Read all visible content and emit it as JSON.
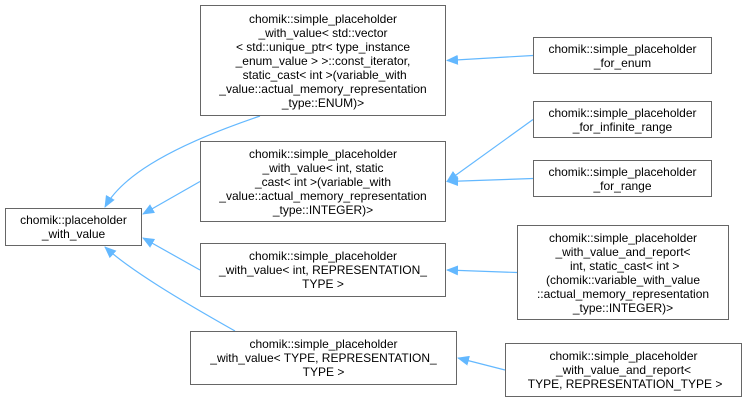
{
  "diagram": {
    "type": "class-inheritance-graph",
    "edge_color": "#63b8ff",
    "node_border_color": "#666666",
    "nodes": {
      "base": {
        "lines": [
          "chomik::placeholder",
          "_with_value"
        ]
      },
      "vector": {
        "lines": [
          "chomik::simple_placeholder",
          "_with_value< std::vector",
          "< std::unique_ptr< type_instance",
          "_enum_value > >::const_iterator,",
          " static_cast< int >(variable_with",
          "_value::actual_memory_representation",
          "_type::ENUM)>"
        ]
      },
      "int_static": {
        "lines": [
          "chomik::simple_placeholder",
          "_with_value< int, static",
          "_cast< int >(variable_with",
          "_value::actual_memory_representation",
          "_type::INTEGER)>"
        ]
      },
      "int_rep": {
        "lines": [
          "chomik::simple_placeholder",
          "_with_value< int, REPRESENTATION_",
          "TYPE >"
        ]
      },
      "type_rep": {
        "lines": [
          "chomik::simple_placeholder",
          "_with_value< TYPE, REPRESENTATION_",
          "TYPE >"
        ]
      },
      "for_enum": {
        "lines": [
          "chomik::simple_placeholder",
          "_for_enum"
        ]
      },
      "for_infinite_range": {
        "lines": [
          "chomik::simple_placeholder",
          "_for_infinite_range"
        ]
      },
      "for_range": {
        "lines": [
          "chomik::simple_placeholder",
          "_for_range"
        ]
      },
      "report_int": {
        "lines": [
          "chomik::simple_placeholder",
          "_with_value_and_report<",
          " int, static_cast< int >",
          "(chomik::variable_with_value",
          "::actual_memory_representation",
          "_type::INTEGER)>"
        ]
      },
      "report_type": {
        "lines": [
          "chomik::simple_placeholder",
          "_with_value_and_report<",
          " TYPE, REPRESENTATION_TYPE >"
        ]
      }
    },
    "edges": [
      {
        "from": "vector",
        "to": "base"
      },
      {
        "from": "int_static",
        "to": "base"
      },
      {
        "from": "int_rep",
        "to": "base"
      },
      {
        "from": "type_rep",
        "to": "base"
      },
      {
        "from": "for_enum",
        "to": "vector"
      },
      {
        "from": "for_infinite_range",
        "to": "int_static"
      },
      {
        "from": "for_range",
        "to": "int_static"
      },
      {
        "from": "report_int",
        "to": "int_rep"
      },
      {
        "from": "report_type",
        "to": "type_rep"
      }
    ]
  }
}
